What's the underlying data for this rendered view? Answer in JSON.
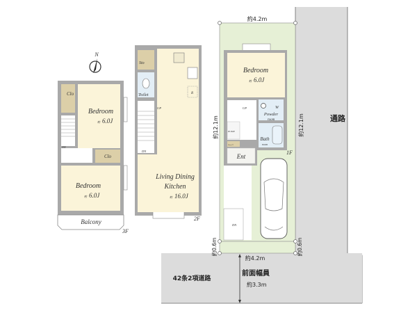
{
  "colors": {
    "lot": "#e6f0d6",
    "road": "#dcdcdc",
    "floor": "#fbf4d9",
    "closet": "#dccfa8",
    "wall": "#a9a9a9",
    "wet": "#e3eef6"
  },
  "compass": {
    "label": "N"
  },
  "floor3": {
    "label": "3F",
    "rooms": [
      {
        "name": "Clo"
      },
      {
        "name": "Bedroom",
        "size": "6.0J",
        "unit": "約"
      },
      {
        "name": "Clo"
      },
      {
        "name": "Bedroom",
        "size": "6.0J",
        "unit": "約"
      },
      {
        "name": "Balcony"
      }
    ],
    "stairs": "DN"
  },
  "floor2": {
    "label": "2F",
    "rooms": [
      {
        "name": "Sto"
      },
      {
        "name": "Toilet"
      },
      {
        "name": "R"
      },
      {
        "name": "Living Dining",
        "name2": "Kitchen",
        "size": "16.0J",
        "unit": "約"
      }
    ],
    "stairs_up": "UP",
    "stairs_dn": "DN"
  },
  "floor1": {
    "label": "1F",
    "rooms": [
      {
        "name": "Bedroom",
        "size": "6.0J",
        "unit": "約"
      },
      {
        "name": "W"
      },
      {
        "name": "Powder",
        "name2": "room"
      },
      {
        "name": "PUMP"
      },
      {
        "name": "Bath",
        "name2": "room"
      },
      {
        "name": "Shoe Cl"
      },
      {
        "name": "Ent"
      }
    ],
    "stairs_up": "UP",
    "outside_dn": "DN"
  },
  "dimensions": {
    "top_width": "約4.2m",
    "left_depth": "約12.1m",
    "right_depth": "約12.1m",
    "left_setback": "約0.6m",
    "right_setback": "約0.6m",
    "bottom_width": "約4.2m"
  },
  "roads": {
    "side": "通路",
    "front": "42条2項道路",
    "front_width_label": "前面幅員",
    "front_width": "約3.3m"
  }
}
